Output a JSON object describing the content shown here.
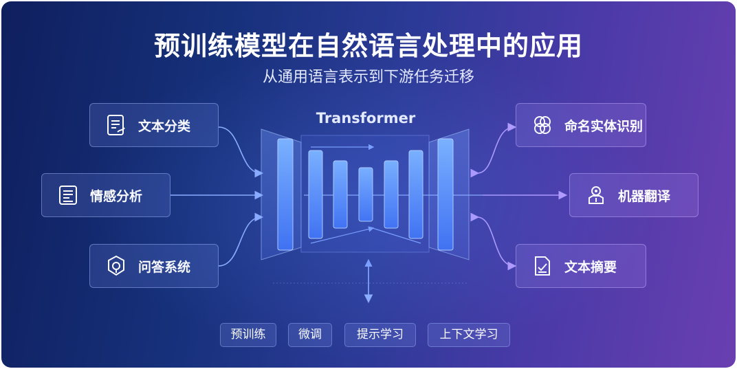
{
  "title": "预训练模型在自然语言处理中的应用",
  "subtitle": "从通用语言表示到下游任务迁移",
  "center": {
    "label": "Transformer"
  },
  "inputs": [
    {
      "label": "文本分类",
      "icon": "document-icon"
    },
    {
      "label": "情感分析",
      "icon": "notepad-icon"
    },
    {
      "label": "问答系统",
      "icon": "qa-brain-icon"
    }
  ],
  "outputs": [
    {
      "label": "命名实体识别",
      "icon": "knot-icon"
    },
    {
      "label": "机器翻译",
      "icon": "robot-icon"
    },
    {
      "label": "文本摘要",
      "icon": "checklist-icon"
    }
  ],
  "methods": [
    "预训练",
    "微调",
    "提示学习",
    "上下文学习"
  ],
  "colors": {
    "accent": "#5b8bff",
    "arrow": "#8fb0ff",
    "arrow_right": "#b69cff"
  }
}
